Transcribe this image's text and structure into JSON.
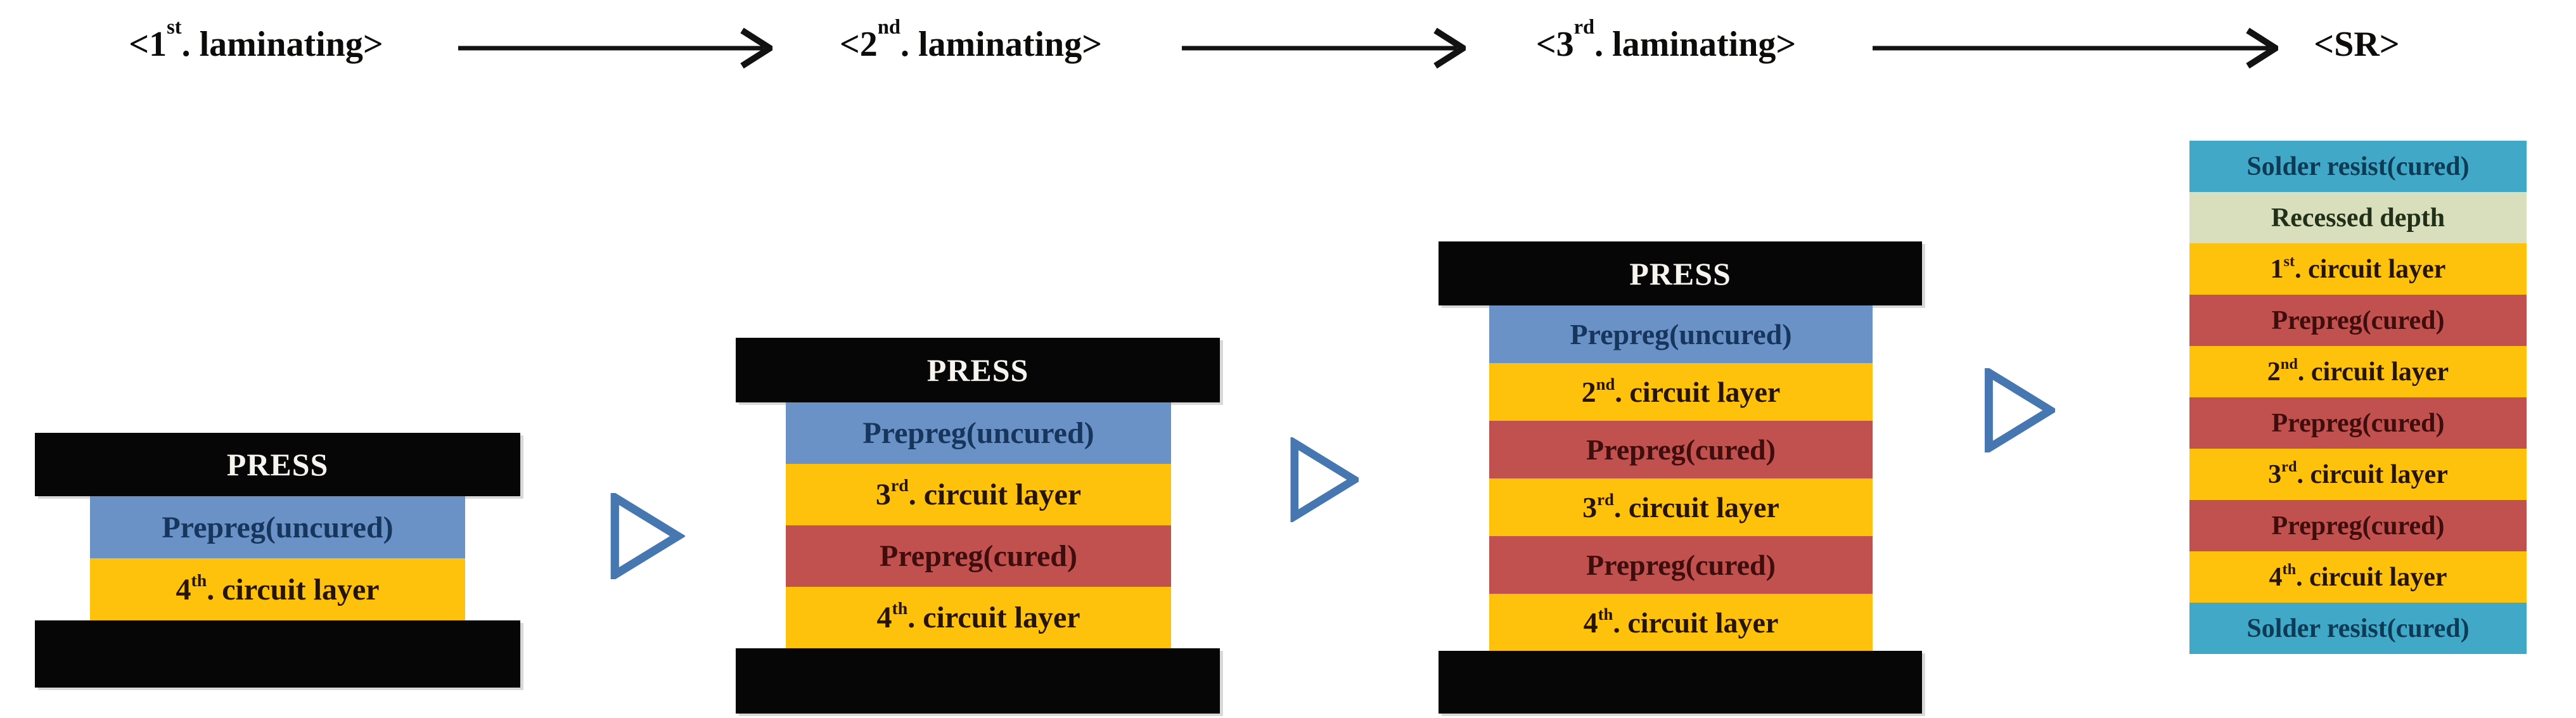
{
  "palette": {
    "background": "#ffffff",
    "press_bar": "#060606",
    "press_text": "#f7f4ef",
    "prepreg_uncured_blue": "#6a92c6",
    "circuit_layer_yellow": "#fec20c",
    "prepreg_cured_red": "#c0514f",
    "solder_resist_teal": "#41a8c7",
    "recessed_depth_green": "#d9dfbc",
    "stage_triangle_blue": "#4777b0",
    "header_text": "#0d0c0a",
    "text_on_blue": "#17365e",
    "text_on_yellow": "#261404",
    "text_on_red": "#400d0d",
    "text_on_teal": "#0d3a55",
    "text_on_green": "#22301a"
  },
  "header": {
    "steps": [
      {
        "pre": "<1",
        "sup": "st",
        "post": ". laminating>"
      },
      {
        "pre": "<2",
        "sup": "nd",
        "post": ". laminating>"
      },
      {
        "pre": "<3",
        "sup": "rd",
        "post": ". laminating>"
      },
      {
        "pre": "<SR>",
        "sup": "",
        "post": ""
      }
    ]
  },
  "stages": [
    {
      "press_label": "PRESS",
      "layers": [
        {
          "pre": "Prepreg(uncured)",
          "sup": "",
          "post": ""
        },
        {
          "pre": "4",
          "sup": "th",
          "post": ". circuit layer"
        }
      ]
    },
    {
      "press_label": "PRESS",
      "layers": [
        {
          "pre": "Prepreg(uncured)",
          "sup": "",
          "post": ""
        },
        {
          "pre": "3",
          "sup": "rd",
          "post": ". circuit layer"
        },
        {
          "pre": "Prepreg(cured)",
          "sup": "",
          "post": ""
        },
        {
          "pre": "4",
          "sup": "th",
          "post": ". circuit layer"
        }
      ]
    },
    {
      "press_label": "PRESS",
      "layers": [
        {
          "pre": "Prepreg(uncured)",
          "sup": "",
          "post": ""
        },
        {
          "pre": "2",
          "sup": "nd",
          "post": ". circuit layer"
        },
        {
          "pre": "Prepreg(cured)",
          "sup": "",
          "post": ""
        },
        {
          "pre": "3",
          "sup": "rd",
          "post": ". circuit layer"
        },
        {
          "pre": "Prepreg(cured)",
          "sup": "",
          "post": ""
        },
        {
          "pre": "4",
          "sup": "th",
          "post": ". circuit layer"
        }
      ]
    },
    {
      "layers": [
        {
          "pre": "Solder resist(cured)",
          "sup": "",
          "post": ""
        },
        {
          "pre": "Recessed depth",
          "sup": "",
          "post": ""
        },
        {
          "pre": "1",
          "sup": "st",
          "post": ". circuit layer"
        },
        {
          "pre": "Prepreg(cured)",
          "sup": "",
          "post": ""
        },
        {
          "pre": "2",
          "sup": "nd",
          "post": ". circuit layer"
        },
        {
          "pre": "Prepreg(cured)",
          "sup": "",
          "post": ""
        },
        {
          "pre": "3",
          "sup": "rd",
          "post": ". circuit layer"
        },
        {
          "pre": "Prepreg(cured)",
          "sup": "",
          "post": ""
        },
        {
          "pre": "4",
          "sup": "th",
          "post": ". circuit layer"
        },
        {
          "pre": "Solder resist(cured)",
          "sup": "",
          "post": ""
        }
      ]
    }
  ]
}
